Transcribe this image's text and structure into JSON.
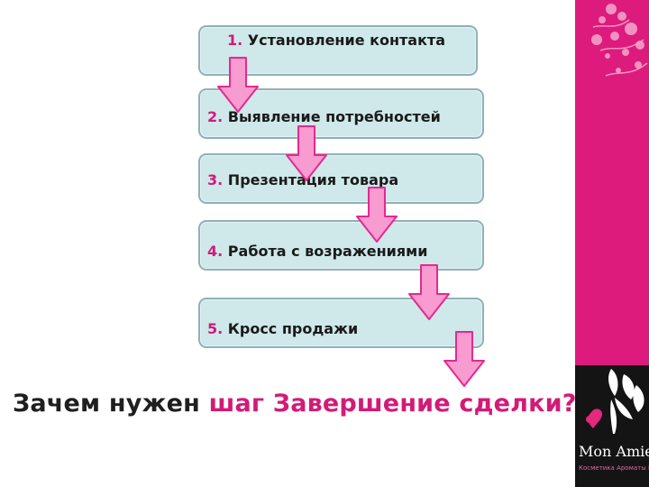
{
  "steps": [
    {
      "number": "1.",
      "label": "Установление контакта"
    },
    {
      "number": "2.",
      "label": "Выявление потребностей"
    },
    {
      "number": "3.",
      "label": "Презентация товара"
    },
    {
      "number": "4.",
      "label": "Работа с возражениями"
    },
    {
      "number": "5.",
      "label": "Кросс продажи"
    }
  ],
  "question": {
    "part_dark": "Зачем нужен ",
    "part_pink": "шаг Завершение сделки?"
  },
  "brand": {
    "name": "Mon Amie",
    "tagline": "Косметика Ароматы Под"
  },
  "colors": {
    "accent_pink": "#d31a78",
    "box_fill": "#cfe8ea",
    "box_border": "#8fb1b6",
    "arrow_fill": "#f79bd0",
    "arrow_stroke": "#e5298f",
    "brand_strip": "#dd1b7c",
    "logo_bg": "#141414"
  }
}
